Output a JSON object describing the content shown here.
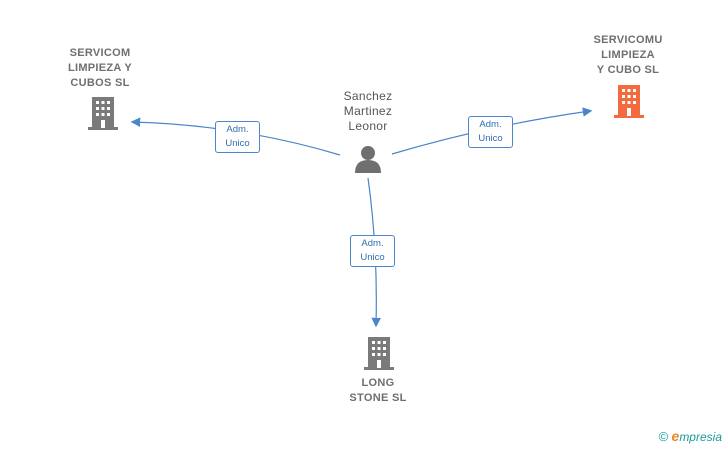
{
  "colors": {
    "edge": "#4a86c8",
    "company": "#7a7a7a",
    "company_highlight": "#f26a3d",
    "person": "#6f6f6f"
  },
  "nodes": {
    "company_left": {
      "label_lines": [
        "SERVICOM",
        "LIMPIEZA Y",
        "CUBOS  SL"
      ],
      "icon": "building-icon"
    },
    "company_right": {
      "label_lines": [
        "SERVICOMU",
        "LIMPIEZA",
        "Y CUBO  SL"
      ],
      "icon": "building-icon"
    },
    "person": {
      "label_lines": [
        "Sanchez",
        "Martinez",
        "Leonor"
      ],
      "icon": "person-icon"
    },
    "company_bottom": {
      "label_lines": [
        "LONG",
        "STONE SL"
      ],
      "icon": "building-icon"
    }
  },
  "edges": [
    {
      "id": "edge-left",
      "label_lines": [
        "Adm.",
        "Unico"
      ]
    },
    {
      "id": "edge-right",
      "label_lines": [
        "Adm.",
        "Unico"
      ]
    },
    {
      "id": "edge-bottom",
      "label_lines": [
        "Adm.",
        "Unico"
      ]
    }
  ],
  "brand": {
    "copyright": "©",
    "initial": "e",
    "rest": "mpresia"
  }
}
